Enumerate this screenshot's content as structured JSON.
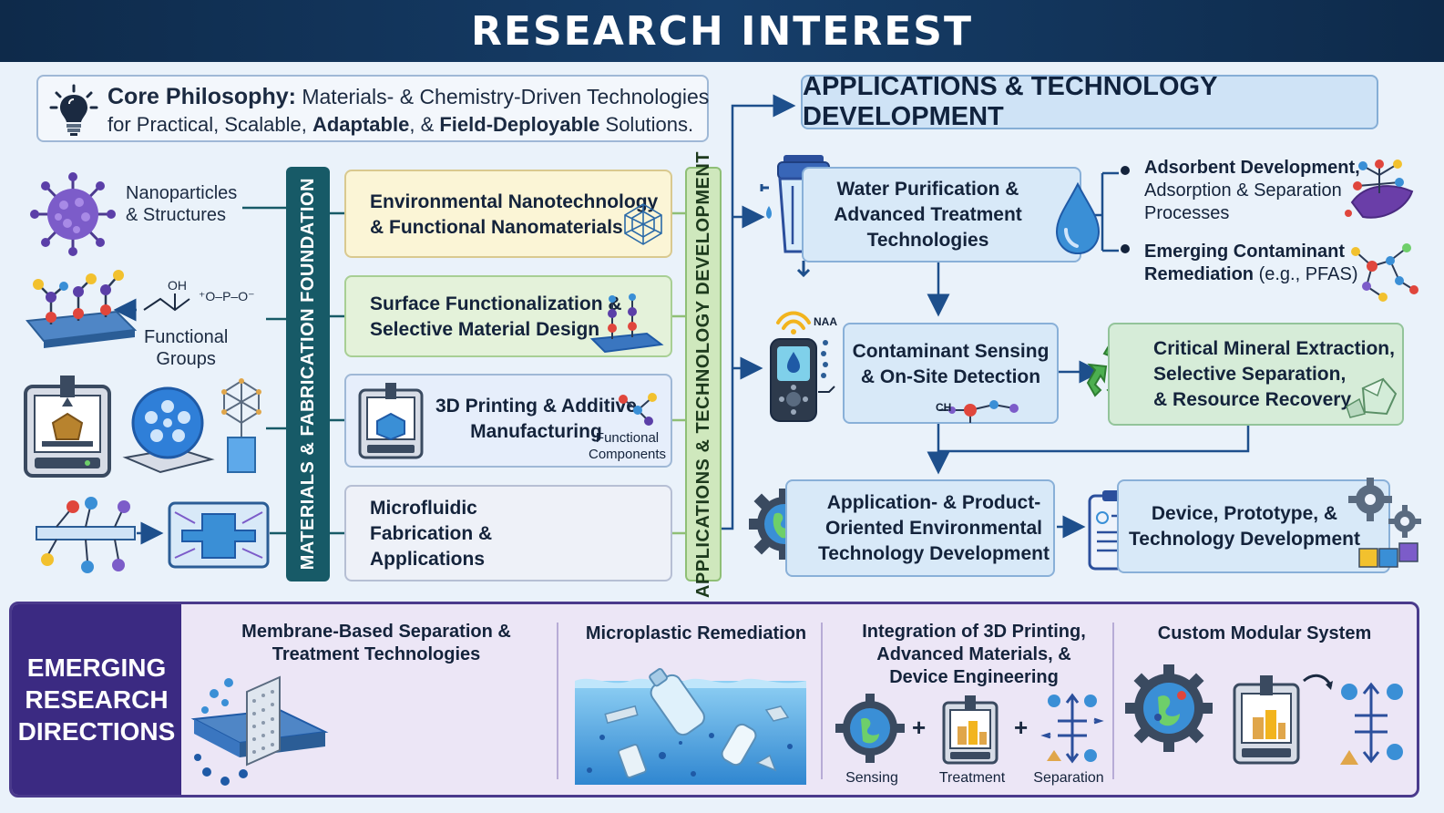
{
  "header": {
    "title": "RESEARCH INTEREST"
  },
  "core": {
    "label": "Core Philosophy:",
    "line1_rest": "Materials- & Chemistry-Driven Technologies",
    "line2_a": "for Practical, Scalable, ",
    "line2_b": "Adaptable",
    "line2_c": ", & ",
    "line2_d": "Field-Deployable",
    "line2_e": " Solutions."
  },
  "left_panel": {
    "nanoparticles": [
      "Nanoparticles",
      "& Structures"
    ],
    "functional_groups": [
      "Functional",
      "Groups"
    ],
    "chem_oh": "OH",
    "chem_phosphate": "⁺O–P–O⁻"
  },
  "materials_bar": "MATERIALS & FABRICATION FOUNDATION",
  "applications_bar": "APPLICATIONS & TECHNOLOGY DEVELOPMENT",
  "categories": {
    "env": [
      "Environmental Nanotechnology",
      "& Functional Nanomaterials"
    ],
    "surf": [
      "Surface Functionalization &",
      "Selective Material Design"
    ],
    "print": [
      "3D Printing & Additive",
      "Manufacturing"
    ],
    "print_sub": [
      "Functional",
      "Components"
    ],
    "micro": [
      "Microfluidic",
      "Fabrication &",
      "Applications"
    ]
  },
  "applications": {
    "title": "APPLICATIONS & TECHNOLOGY DEVELOPMENT",
    "water": [
      "Water Purification &",
      "Advanced Treatment",
      "Technologies"
    ],
    "adsorbent": {
      "bold": "Adsorbent Development,",
      "rest": [
        "Adsorption & Separation",
        "Processes"
      ]
    },
    "emerging_contaminant": {
      "bold": "Emerging Contaminant",
      "bold2": "Remediation",
      "rest": " (e.g., PFAS)"
    },
    "sensing": [
      "Contaminant Sensing",
      "& On-Site Detection"
    ],
    "sensor_label": "NAA",
    "ch_label": "CH",
    "critical": [
      "Critical Mineral Extraction,",
      "Selective Separation,",
      "& Resource Recovery"
    ],
    "app_product": [
      "Application- & Product-",
      "Oriented Environmental",
      "Technology Development"
    ],
    "device": [
      "Device, Prototype, &",
      "Technology Development"
    ]
  },
  "emerging": {
    "label": [
      "EMERGING",
      "RESEARCH",
      "DIRECTIONS"
    ],
    "membrane": [
      "Membrane-Based Separation &",
      "Treatment Technologies"
    ],
    "microplastic": [
      "Microplastic Remediation"
    ],
    "integration": [
      "Integration of 3D Printing,",
      "Advanced Materials, &",
      "Device Engineering"
    ],
    "integration_captions": [
      "Sensing",
      "Treatment",
      "Separation"
    ],
    "plus": "+",
    "modular": [
      "Custom Modular System"
    ]
  },
  "colors": {
    "header": "#0e2a4a",
    "materials_bar": "#175a67",
    "applications_bar": "#cfe8bd",
    "emerging": "#3b2a82",
    "arrow": "#1d4f8c"
  }
}
